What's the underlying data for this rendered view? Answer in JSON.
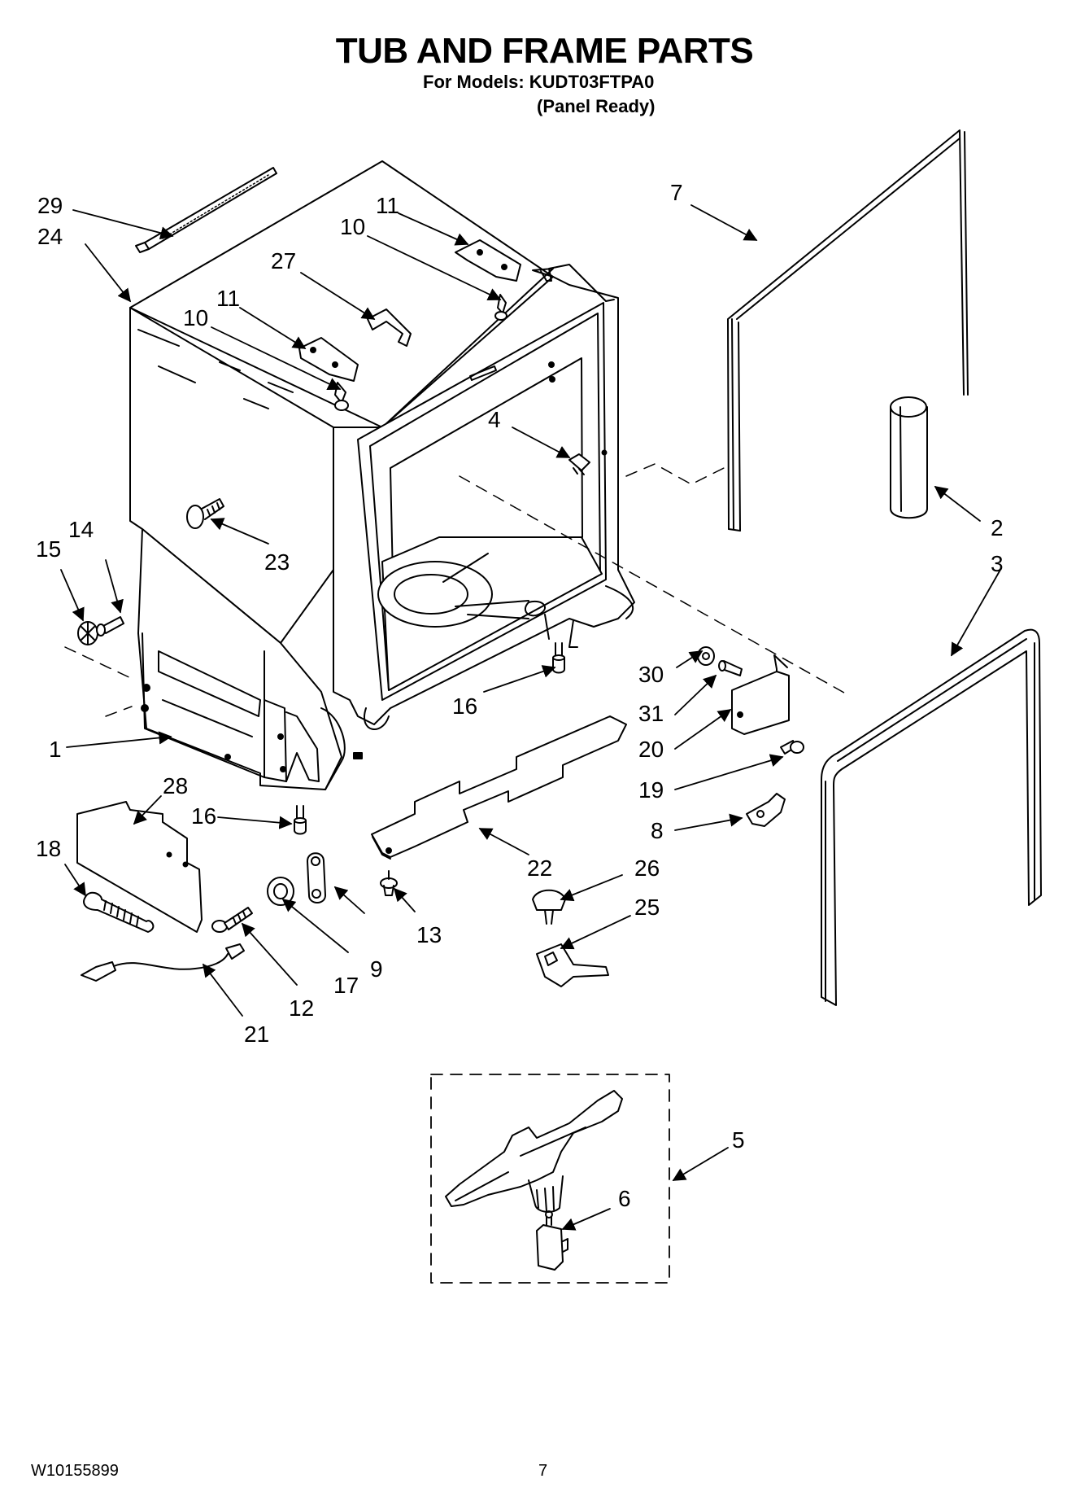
{
  "header": {
    "title": "TUB AND FRAME PARTS",
    "models_line": "For Models: KUDT03FTPA0",
    "variant_line": "(Panel Ready)"
  },
  "footer": {
    "doc_number": "W10155899",
    "page_number": "7"
  },
  "callouts": {
    "c29": "29",
    "c24": "24",
    "c11a": "11",
    "c10a": "10",
    "c27": "27",
    "c11b": "11",
    "c10b": "10",
    "c7": "7",
    "c4": "4",
    "c2": "2",
    "c3": "3",
    "c23": "23",
    "c15": "15",
    "c14": "14",
    "c1": "1",
    "c16a": "16",
    "c30": "30",
    "c31": "31",
    "c20": "20",
    "c19": "19",
    "c8": "8",
    "c28": "28",
    "c16b": "16",
    "c18": "18",
    "c22": "22",
    "c26": "26",
    "c13": "13",
    "c25": "25",
    "c9": "9",
    "c17": "17",
    "c12": "12",
    "c21": "21",
    "c5": "5",
    "c6": "6"
  }
}
